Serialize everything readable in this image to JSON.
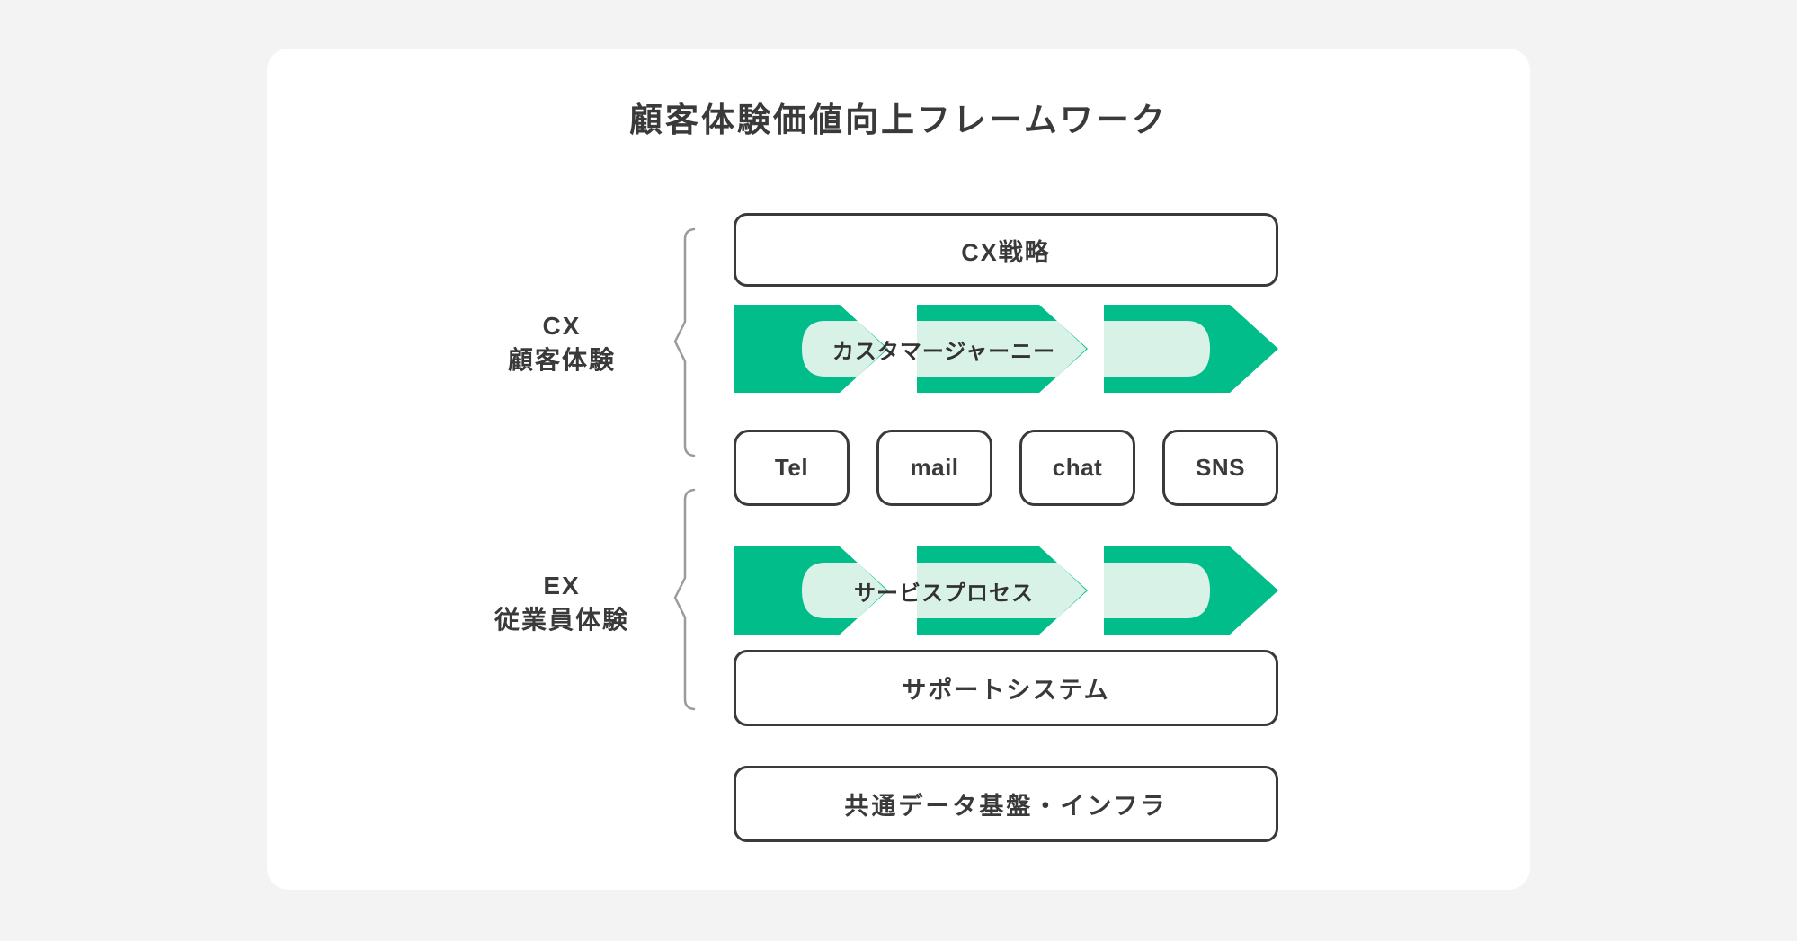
{
  "page": {
    "title": "顧客体験価値向上フレームワーク"
  },
  "groups": {
    "cx": {
      "abbr": "CX",
      "label": "顧客体験"
    },
    "ex": {
      "abbr": "EX",
      "label": "従業員体験"
    }
  },
  "boxes": {
    "cx_strategy": "CX戦略",
    "customer_journey": "カスタマージャーニー",
    "channels": [
      "Tel",
      "mail",
      "chat",
      "SNS"
    ],
    "service_process": "サービスプロセス",
    "support_system": "サポートシステム",
    "common_infra": "共通データ基盤・インフラ"
  },
  "colors": {
    "green": "#00bd89",
    "mint": "#d9f2e8",
    "dark": "#3a3a3a",
    "line_gray": "#9a9aa0",
    "bg": "#f3f3f4",
    "card": "#ffffff"
  }
}
